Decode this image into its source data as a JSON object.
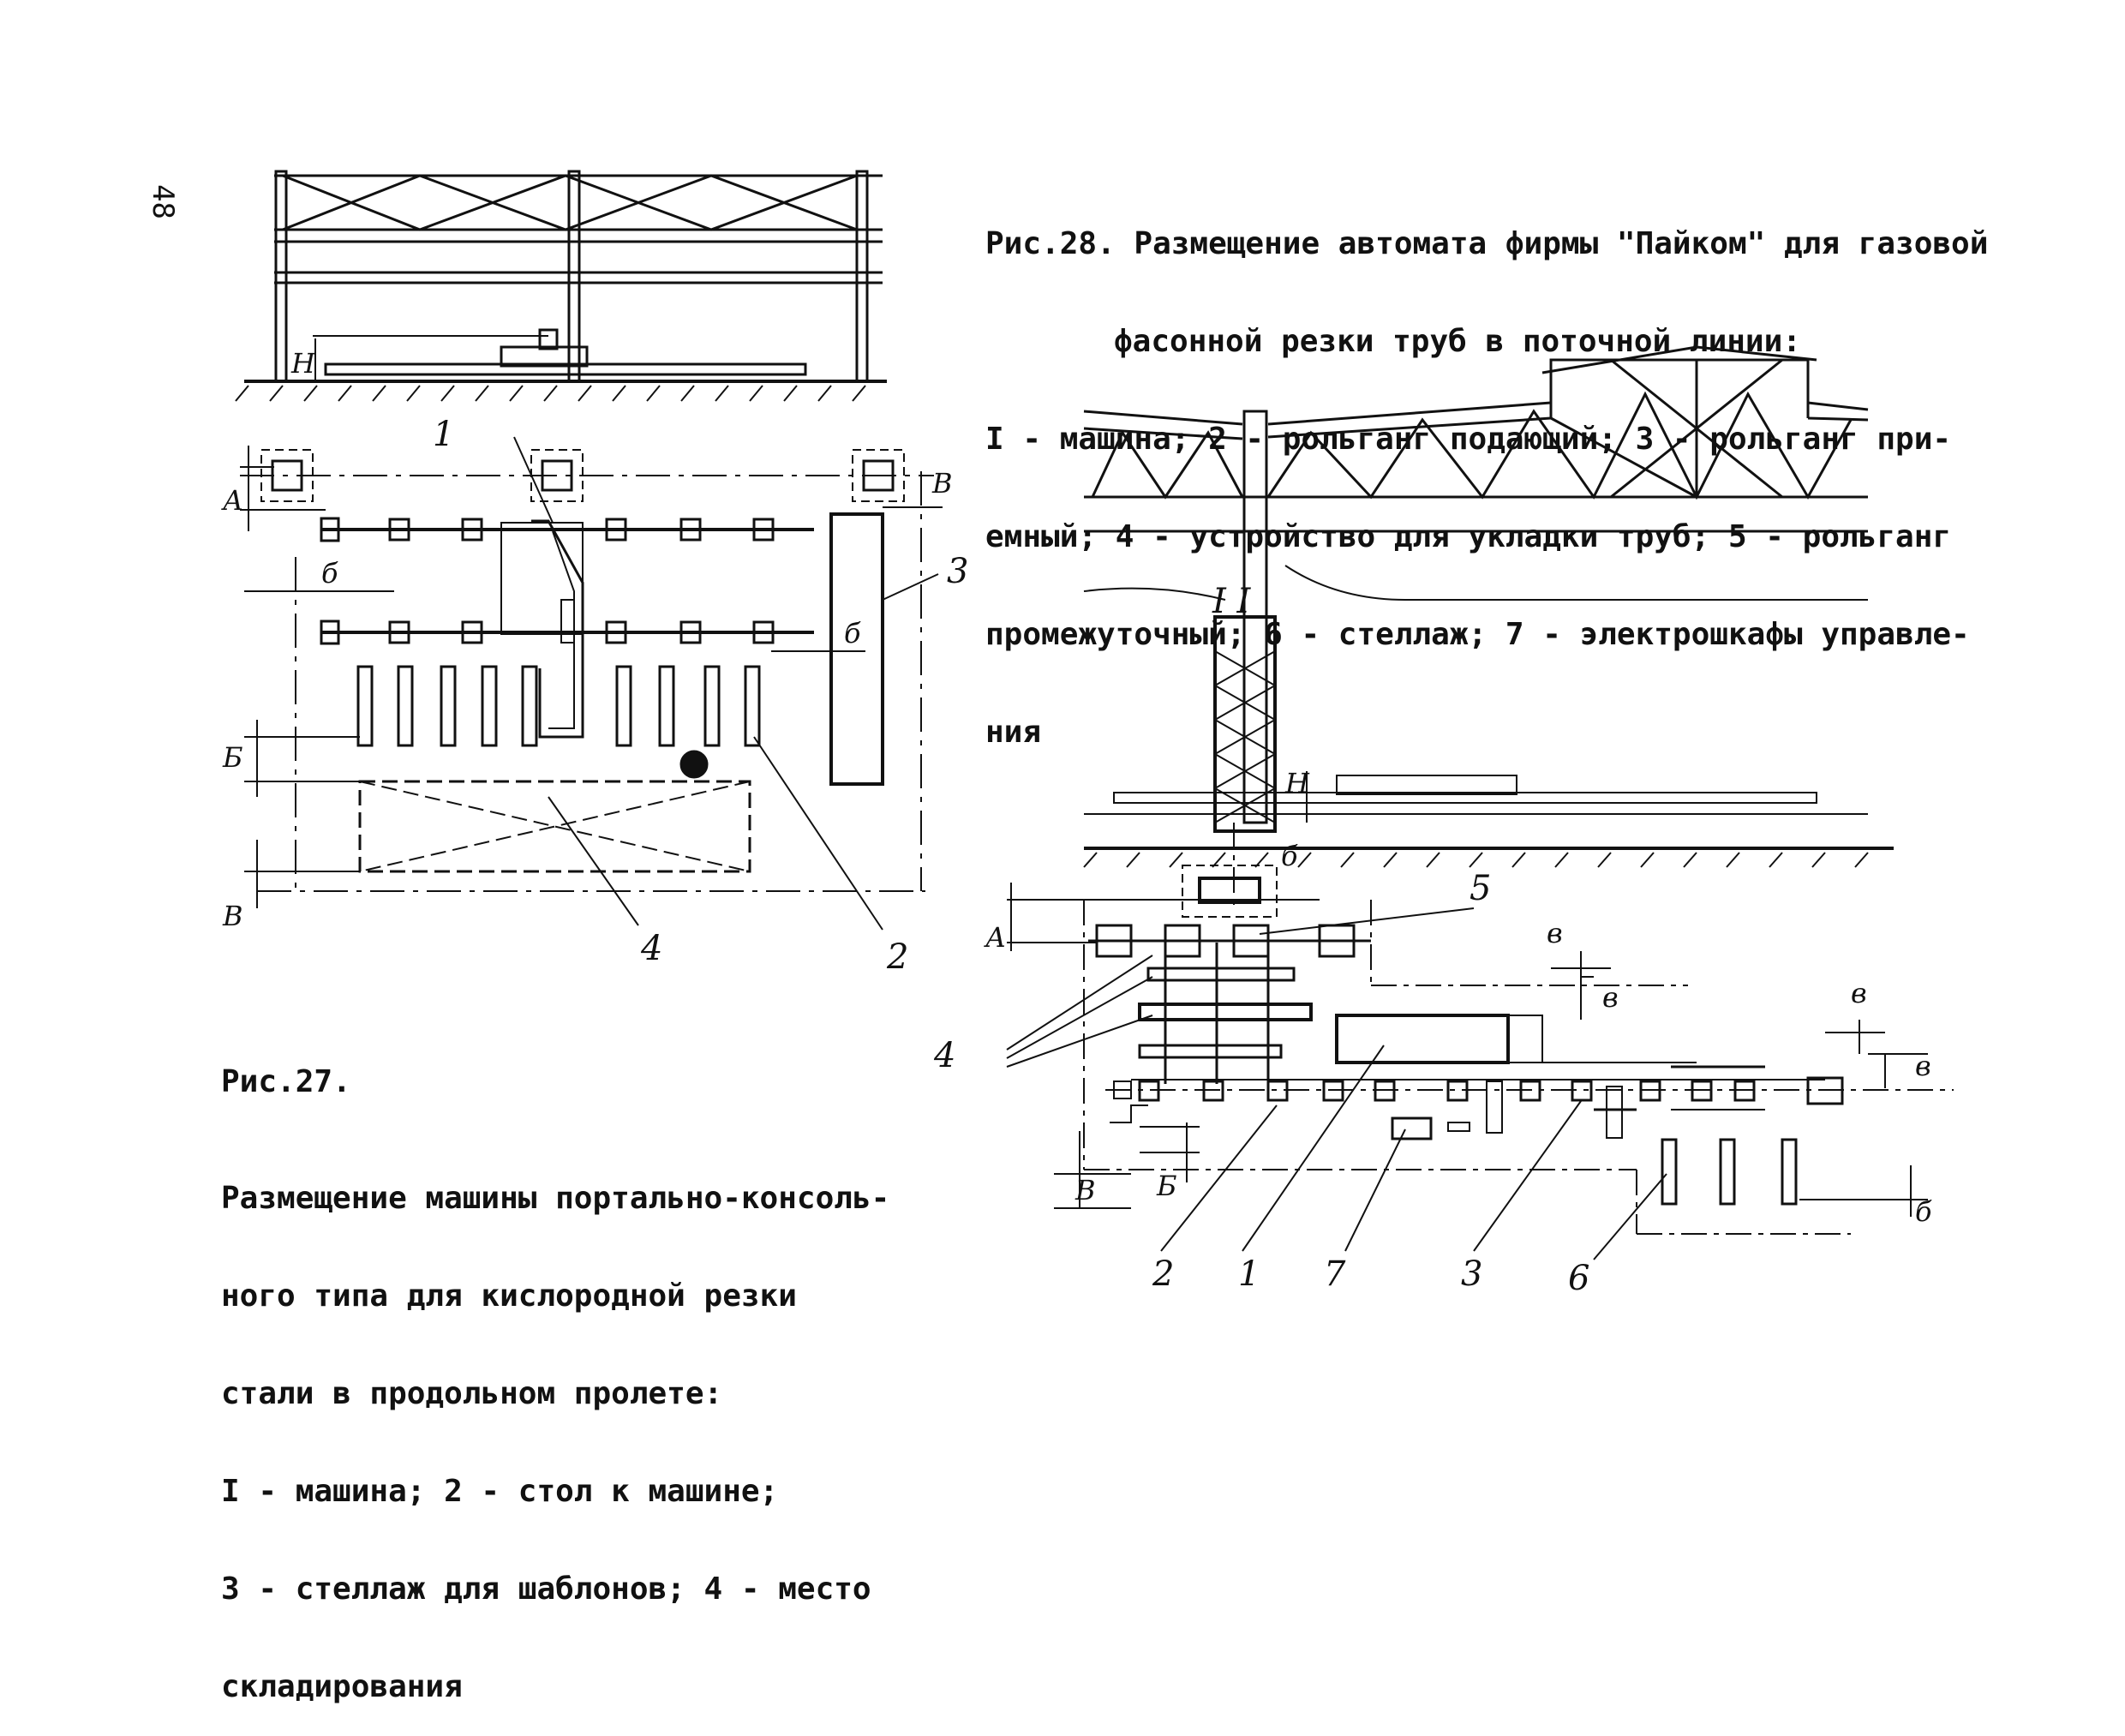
{
  "page_number": "48",
  "fig27": {
    "title": "Рис.27.",
    "lines": [
      "Размещение машины портально-консоль-",
      "ного типа для кислородной резки",
      "стали в продольном пролете:",
      "I - машина; 2 - стол к машине;",
      "3 - стеллаж для шаблонов; 4 - место",
      "складирования"
    ],
    "labels": {
      "n1": "1",
      "n2": "2",
      "n3": "3",
      "n4": "4",
      "A": "А",
      "B_small": "б",
      "B_cap": "Б",
      "V": "В",
      "V2": "в",
      "H": "Н"
    }
  },
  "fig28": {
    "lines": [
      "Рис.28. Размещение автомата фирмы \"Пайком\" для газовой",
      "фасонной резки труб в поточной линии:",
      "I - машина; 2 - рольганг подающий; 3 - рольганг при-",
      "емный; 4 - устройство для укладки труб; 5 - рольганг",
      "промежуточный; 6 - стеллаж; 7 - электрошкафы управле-",
      "ния"
    ],
    "labels": {
      "n1": "1",
      "n2": "2",
      "n3": "3",
      "n4": "4",
      "n5": "5",
      "n6": "6",
      "n7": "7",
      "A": "А",
      "B_cap": "Б",
      "b_small": "б",
      "V": "В",
      "v_small": "в",
      "H": "Н",
      "I_beam": "I I"
    }
  }
}
